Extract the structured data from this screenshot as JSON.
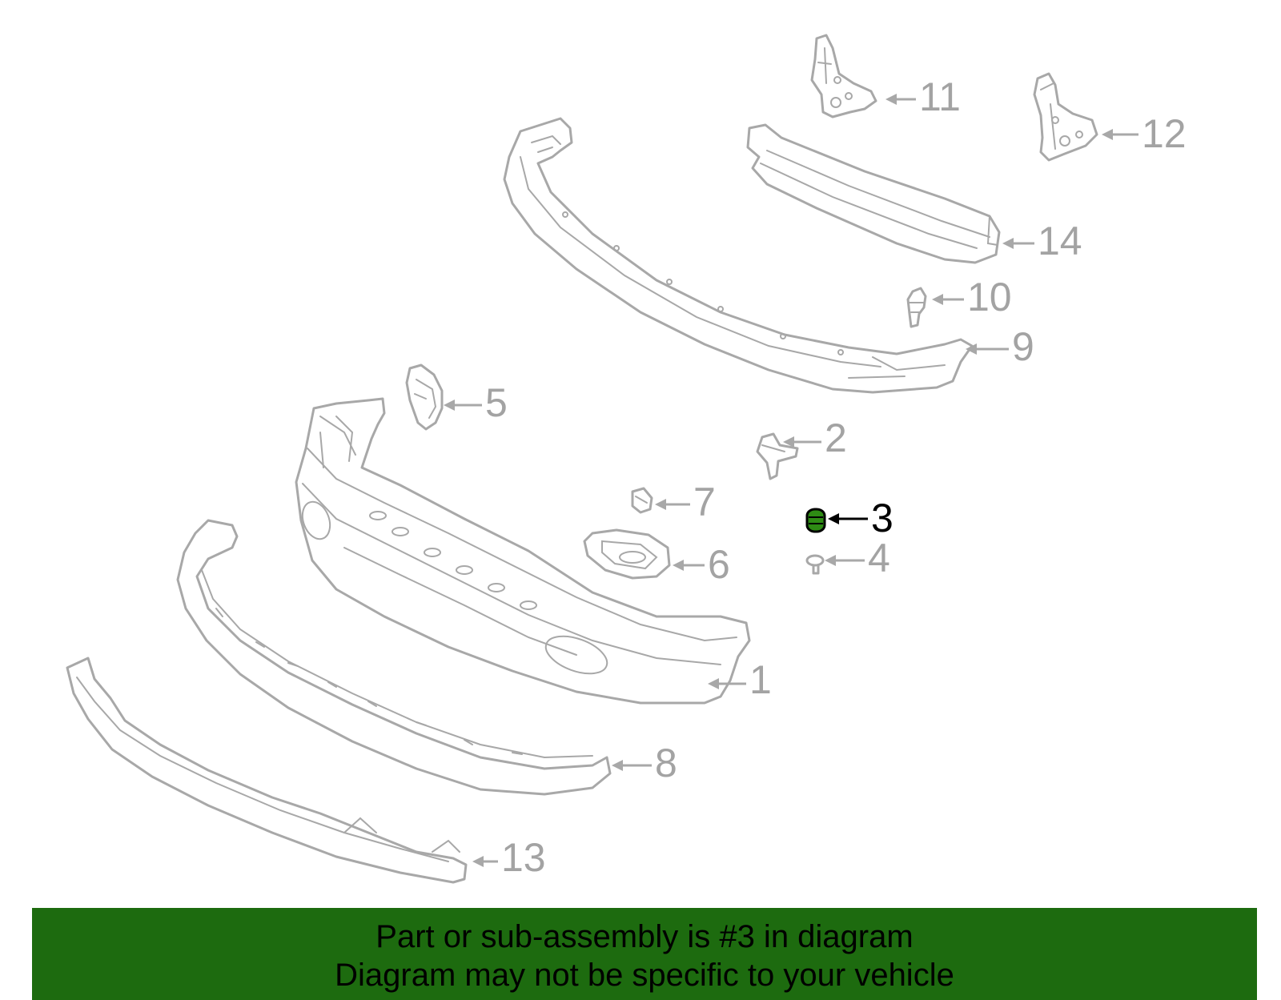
{
  "diagram": {
    "highlight_color": "#1d6b0f",
    "part_color": "#a8a8a8",
    "selected_part": "3",
    "callouts": [
      {
        "id": "1",
        "label": "1"
      },
      {
        "id": "2",
        "label": "2"
      },
      {
        "id": "3",
        "label": "3"
      },
      {
        "id": "4",
        "label": "4"
      },
      {
        "id": "5",
        "label": "5"
      },
      {
        "id": "6",
        "label": "6"
      },
      {
        "id": "7",
        "label": "7"
      },
      {
        "id": "8",
        "label": "8"
      },
      {
        "id": "9",
        "label": "9"
      },
      {
        "id": "10",
        "label": "10"
      },
      {
        "id": "11",
        "label": "11"
      },
      {
        "id": "12",
        "label": "12"
      },
      {
        "id": "13",
        "label": "13"
      },
      {
        "id": "14",
        "label": "14"
      }
    ]
  },
  "banner": {
    "line1": "Part or sub-assembly is #3 in diagram",
    "line2": "Diagram may not be specific to your vehicle",
    "background": "#1d6b0f"
  }
}
